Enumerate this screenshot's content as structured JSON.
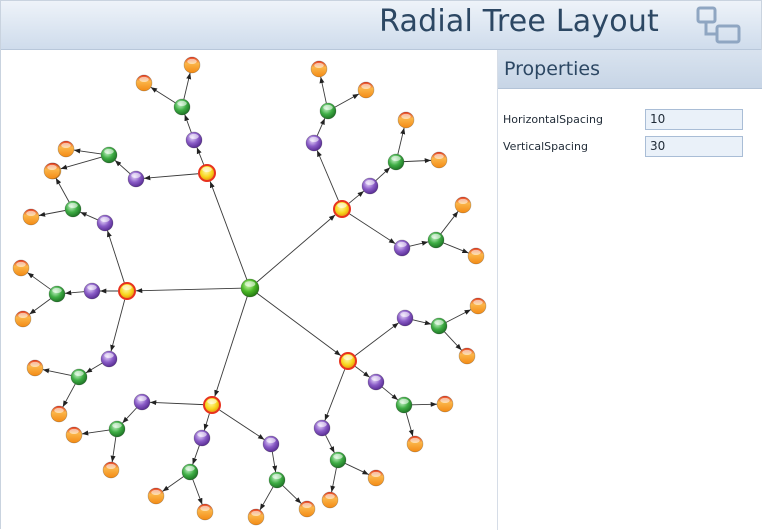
{
  "window": {
    "title": "Radial Tree Layout",
    "icon": "layout-icon"
  },
  "properties_panel": {
    "header": "Properties",
    "fields": [
      {
        "label": "HorizontalSpacing",
        "value": "10"
      },
      {
        "label": "VerticalSpacing",
        "value": "30"
      }
    ]
  },
  "graph": {
    "root_count": 1,
    "children_per_root": 5,
    "node_colors": {
      "root": "#4bb827",
      "level1": "#f7d51a",
      "level1_ring": "#e8321e",
      "level2": "#8a5cc7",
      "level3": "#3fae45",
      "leaf": "#f39a1e",
      "leaf_top": "#e63a22"
    }
  }
}
